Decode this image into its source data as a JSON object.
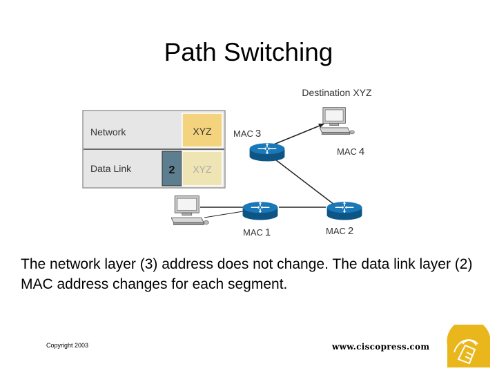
{
  "title": "Path Switching",
  "diagram": {
    "destination_label": "Destination XYZ",
    "layers": [
      {
        "name": "Network",
        "value": "XYZ"
      },
      {
        "name": "Data Link",
        "number": "2",
        "value": "XYZ"
      }
    ],
    "mac_labels": {
      "mac3": {
        "prefix": "MAC",
        "num": "3"
      },
      "mac4": {
        "prefix": "MAC",
        "num": "4"
      },
      "mac1": {
        "prefix": "MAC",
        "num": "1"
      },
      "mac2": {
        "prefix": "MAC",
        "num": "2"
      }
    },
    "colors": {
      "router": "#1a78b8",
      "network_cell": "#f3d37e",
      "datalink_cell": "#efe4b4",
      "layer_badge": "#5d7e8e",
      "table_bg": "#e6e6e6"
    }
  },
  "caption": "The network layer (3) address does not change. The data link layer (2) MAC address changes for each segment.",
  "footer": {
    "copyright": "Copyright 2003",
    "url": "www.ciscopress.com"
  }
}
